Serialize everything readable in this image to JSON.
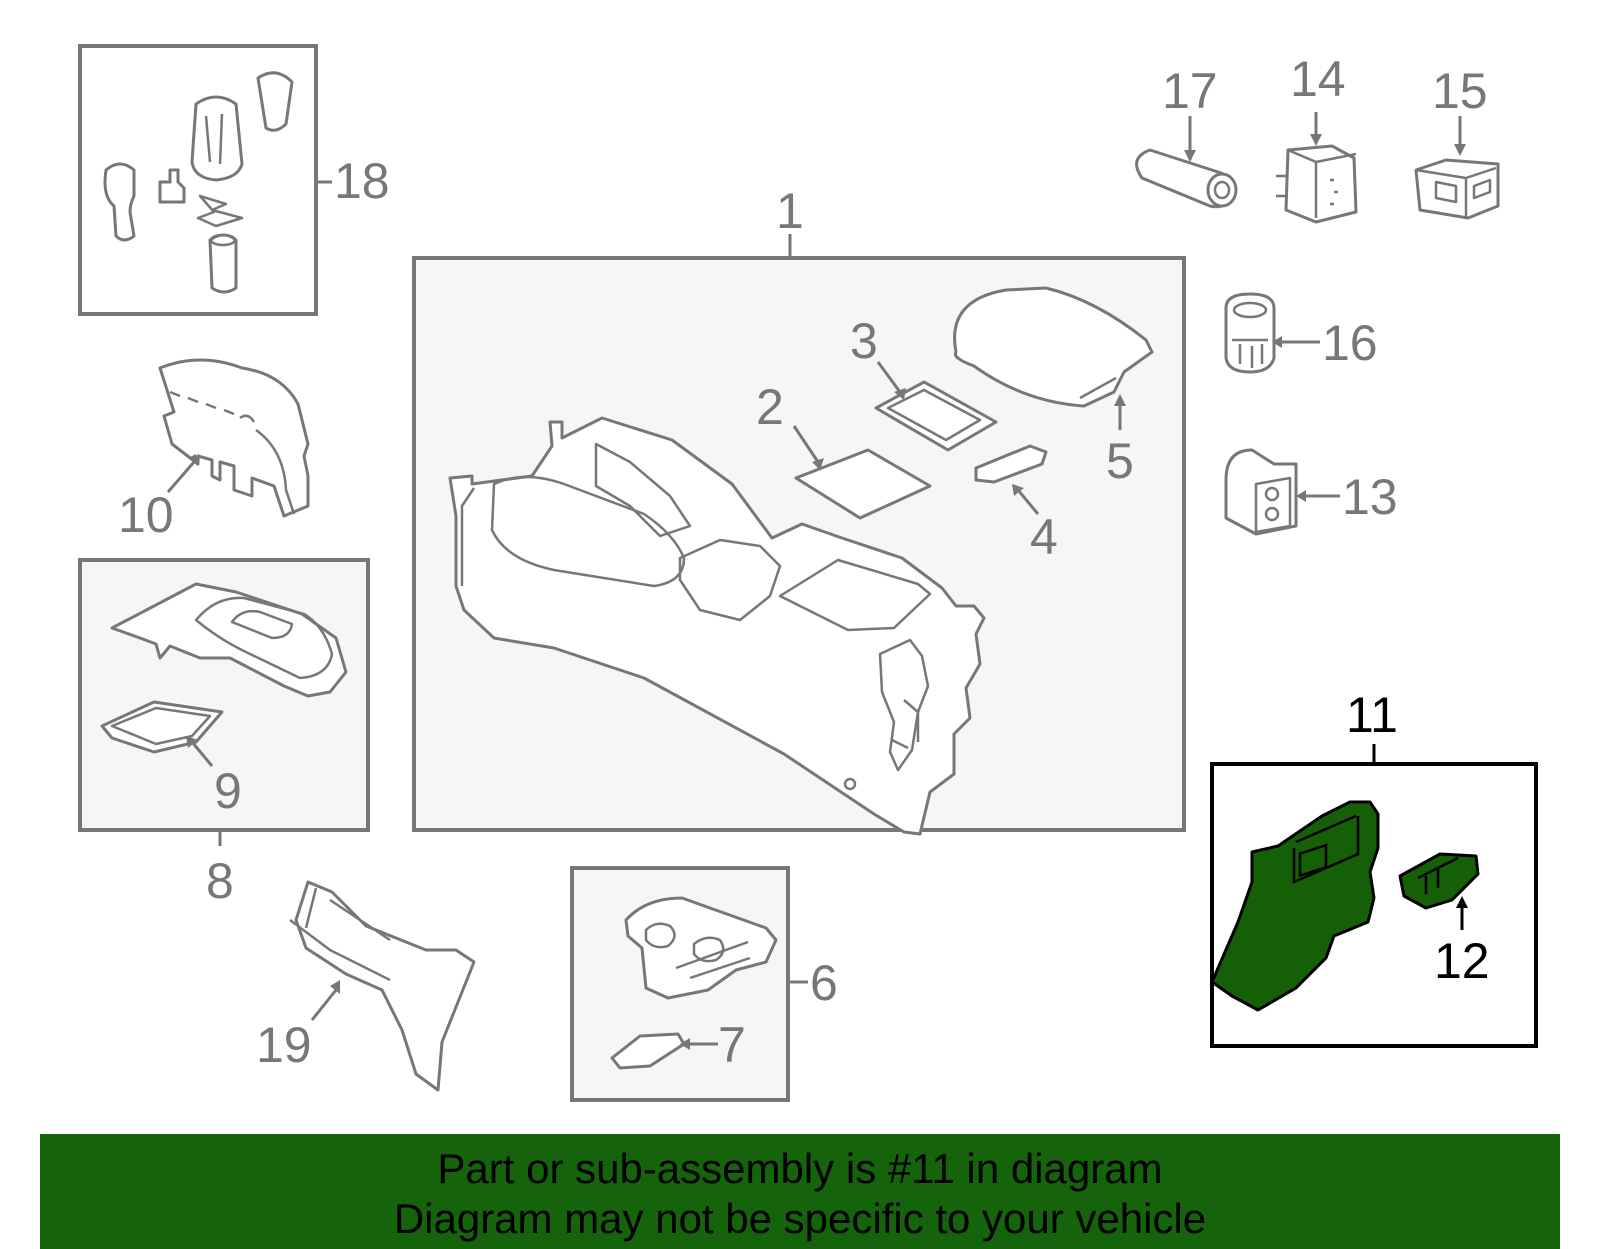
{
  "callouts": {
    "c1": "1",
    "c2": "2",
    "c3": "3",
    "c4": "4",
    "c5": "5",
    "c6": "6",
    "c7": "7",
    "c8": "8",
    "c9": "9",
    "c10": "10",
    "c11": "11",
    "c12": "12",
    "c13": "13",
    "c14": "14",
    "c15": "15",
    "c16": "16",
    "c17": "17",
    "c18": "18",
    "c19": "19"
  },
  "highlighted_part": "11",
  "colors": {
    "highlight_fill": "#155f06",
    "banner_background": "#15630b",
    "part_outline": "#777777"
  },
  "banner": {
    "line1": "Part or sub-assembly is #11 in diagram",
    "line2": "Diagram may not be specific to your vehicle"
  }
}
